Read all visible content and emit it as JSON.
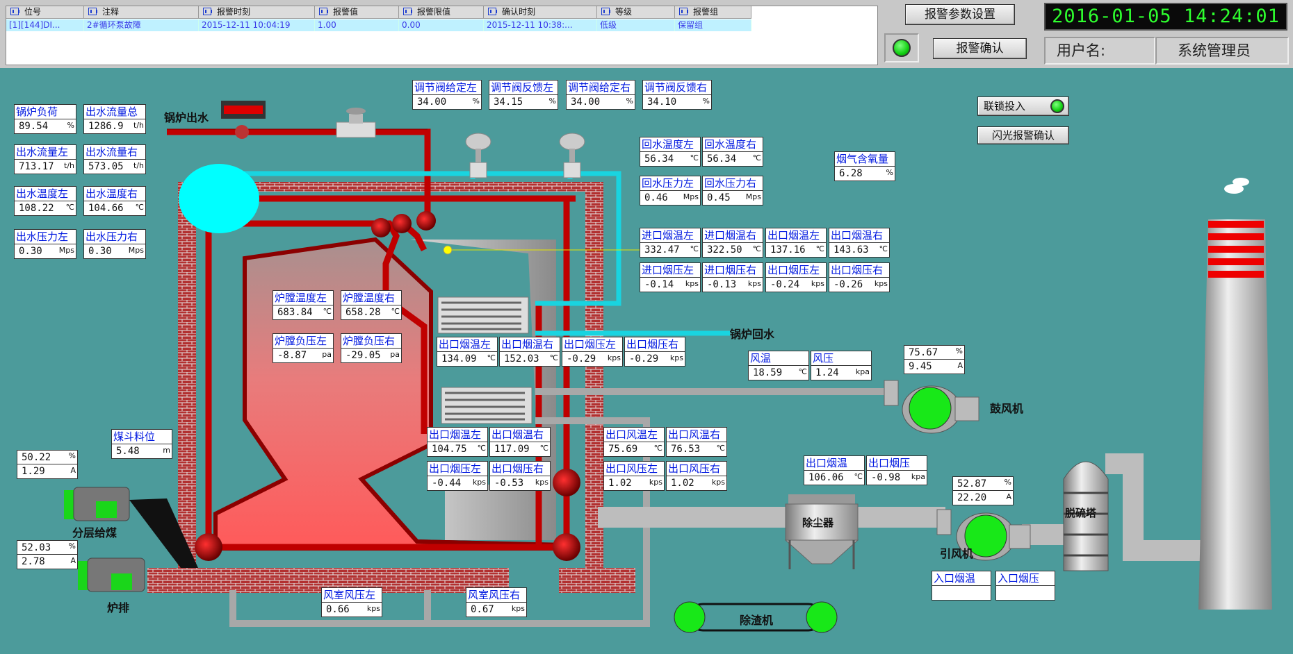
{
  "alarm_table": {
    "headers": [
      "位号",
      "注释",
      "报警时刻",
      "报警值",
      "报警限值",
      "确认时刻",
      "等级",
      "报警组"
    ],
    "row": [
      "[1][144]DI...",
      "2#循环泵故障",
      "2015-12-11 10:04:19",
      "1.00",
      "0.00",
      "2015-12-11 10:38:...",
      "低级",
      "保留组"
    ]
  },
  "buttons": {
    "alarm_settings": "报警参数设置",
    "alarm_confirm": "报警确认",
    "interlock": "联锁投入",
    "flash_confirm": "闪光报警确认"
  },
  "datetime": "2016-01-05  14:24:01",
  "user": {
    "label": "用户名:",
    "value": "系统管理员"
  },
  "labels": {
    "boiler_outlet": "锅炉出水",
    "boiler_return": "锅炉回水",
    "blower": "鼓风机",
    "induced_fan": "引风机",
    "dust": "除尘器",
    "desulf": "脱硫塔",
    "slag": "除渣机",
    "feeder": "分层给煤",
    "grate": "炉排"
  },
  "tags": [
    {
      "id": "boiler_load",
      "l": "锅炉负荷",
      "v": "89.54",
      "u": "%"
    },
    {
      "id": "out_flow_total",
      "l": "出水流量总",
      "v": "1286.9",
      "u": "t/h"
    },
    {
      "id": "out_flow_l",
      "l": "出水流量左",
      "v": "713.17",
      "u": "t/h"
    },
    {
      "id": "out_flow_r",
      "l": "出水流量右",
      "v": "573.05",
      "u": "t/h"
    },
    {
      "id": "out_temp_l",
      "l": "出水温度左",
      "v": "108.22",
      "u": "℃"
    },
    {
      "id": "out_temp_r",
      "l": "出水温度右",
      "v": "104.66",
      "u": "℃"
    },
    {
      "id": "out_pres_l",
      "l": "出水压力左",
      "v": "0.30",
      "u": "Mps"
    },
    {
      "id": "out_pres_r",
      "l": "出水压力右",
      "v": "0.30",
      "u": "Mps"
    },
    {
      "id": "valve_set_l",
      "l": "调节阀给定左",
      "v": "34.00",
      "u": "%"
    },
    {
      "id": "valve_fb_l",
      "l": "调节阀反馈左",
      "v": "34.15",
      "u": "%"
    },
    {
      "id": "valve_set_r",
      "l": "调节阀给定右",
      "v": "34.00",
      "u": "%"
    },
    {
      "id": "valve_fb_r",
      "l": "调节阀反馈右",
      "v": "34.10",
      "u": "%"
    },
    {
      "id": "ret_temp_l",
      "l": "回水温度左",
      "v": "56.34",
      "u": "℃"
    },
    {
      "id": "ret_temp_r",
      "l": "回水温度右",
      "v": "56.34",
      "u": "℃"
    },
    {
      "id": "ret_pres_l",
      "l": "回水压力左",
      "v": "0.46",
      "u": "Mps"
    },
    {
      "id": "ret_pres_r",
      "l": "回水压力右",
      "v": "0.45",
      "u": "Mps"
    },
    {
      "id": "flue_o2",
      "l": "烟气含氧量",
      "v": "6.28",
      "u": "%"
    },
    {
      "id": "in_ft_l",
      "l": "进口烟温左",
      "v": "332.47",
      "u": "℃"
    },
    {
      "id": "in_ft_r",
      "l": "进口烟温右",
      "v": "322.50",
      "u": "℃"
    },
    {
      "id": "out_ft_l1",
      "l": "出口烟温左",
      "v": "137.16",
      "u": "℃"
    },
    {
      "id": "out_ft_r1",
      "l": "出口烟温右",
      "v": "143.63",
      "u": "℃"
    },
    {
      "id": "in_fp_l",
      "l": "进口烟压左",
      "v": "-0.14",
      "u": "kps"
    },
    {
      "id": "in_fp_r",
      "l": "进口烟压右",
      "v": "-0.13",
      "u": "kps"
    },
    {
      "id": "out_fp_l1",
      "l": "出口烟压左",
      "v": "-0.24",
      "u": "kps"
    },
    {
      "id": "out_fp_r1",
      "l": "出口烟压右",
      "v": "-0.26",
      "u": "kps"
    },
    {
      "id": "furn_t_l",
      "l": "炉膛温度左",
      "v": "683.84",
      "u": "℃"
    },
    {
      "id": "furn_t_r",
      "l": "炉膛温度右",
      "v": "658.28",
      "u": "℃"
    },
    {
      "id": "furn_p_l",
      "l": "炉膛负压左",
      "v": "-8.87",
      "u": "pa"
    },
    {
      "id": "furn_p_r",
      "l": "炉膛负压右",
      "v": "-29.05",
      "u": "pa"
    },
    {
      "id": "out_ft_l2",
      "l": "出口烟温左",
      "v": "134.09",
      "u": "℃"
    },
    {
      "id": "out_ft_r2",
      "l": "出口烟温右",
      "v": "152.03",
      "u": "℃"
    },
    {
      "id": "out_fp_l2",
      "l": "出口烟压左",
      "v": "-0.29",
      "u": "kps"
    },
    {
      "id": "out_fp_r2",
      "l": "出口烟压右",
      "v": "-0.29",
      "u": "kps"
    },
    {
      "id": "air_temp",
      "l": "风温",
      "v": "18.59",
      "u": "℃"
    },
    {
      "id": "air_pres",
      "l": "风压",
      "v": "1.24",
      "u": "kpa"
    },
    {
      "id": "out_ft_l3",
      "l": "出口烟温左",
      "v": "104.75",
      "u": "℃"
    },
    {
      "id": "out_ft_r3",
      "l": "出口烟温右",
      "v": "117.09",
      "u": "℃"
    },
    {
      "id": "out_fp_l3",
      "l": "出口烟压左",
      "v": "-0.44",
      "u": "kps"
    },
    {
      "id": "out_fp_r3",
      "l": "出口烟压右",
      "v": "-0.53",
      "u": "kps"
    },
    {
      "id": "out_at_l",
      "l": "出口风温左",
      "v": "75.69",
      "u": "℃"
    },
    {
      "id": "out_at_r",
      "l": "出口风温右",
      "v": "76.53",
      "u": "℃"
    },
    {
      "id": "out_ap_l",
      "l": "出口风压左",
      "v": "1.02",
      "u": "kps"
    },
    {
      "id": "out_ap_r",
      "l": "出口风压右",
      "v": "1.02",
      "u": "kps"
    },
    {
      "id": "hopper",
      "l": "煤斗料位",
      "v": "5.48",
      "u": "m"
    },
    {
      "id": "dust_ft",
      "l": "出口烟温",
      "v": "106.06",
      "u": "℃"
    },
    {
      "id": "dust_fp",
      "l": "出口烟压",
      "v": "-0.98",
      "u": "kpa"
    },
    {
      "id": "ws_l",
      "l": "风室风压左",
      "v": "0.66",
      "u": "kps"
    },
    {
      "id": "ws_r",
      "l": "风室风压右",
      "v": "0.67",
      "u": "kps"
    },
    {
      "id": "in_ft_d",
      "l": "入口烟温",
      "v": "",
      "u": ""
    },
    {
      "id": "in_fp_d",
      "l": "入口烟压",
      "v": "",
      "u": ""
    }
  ],
  "motors": [
    {
      "id": "blower",
      "pct": "75.67",
      "cur": "9.45"
    },
    {
      "id": "induced",
      "pct": "52.87",
      "cur": "22.20"
    },
    {
      "id": "feeder",
      "pct": "50.22",
      "cur": "1.29"
    },
    {
      "id": "grate",
      "pct": "52.03",
      "cur": "2.78"
    }
  ]
}
